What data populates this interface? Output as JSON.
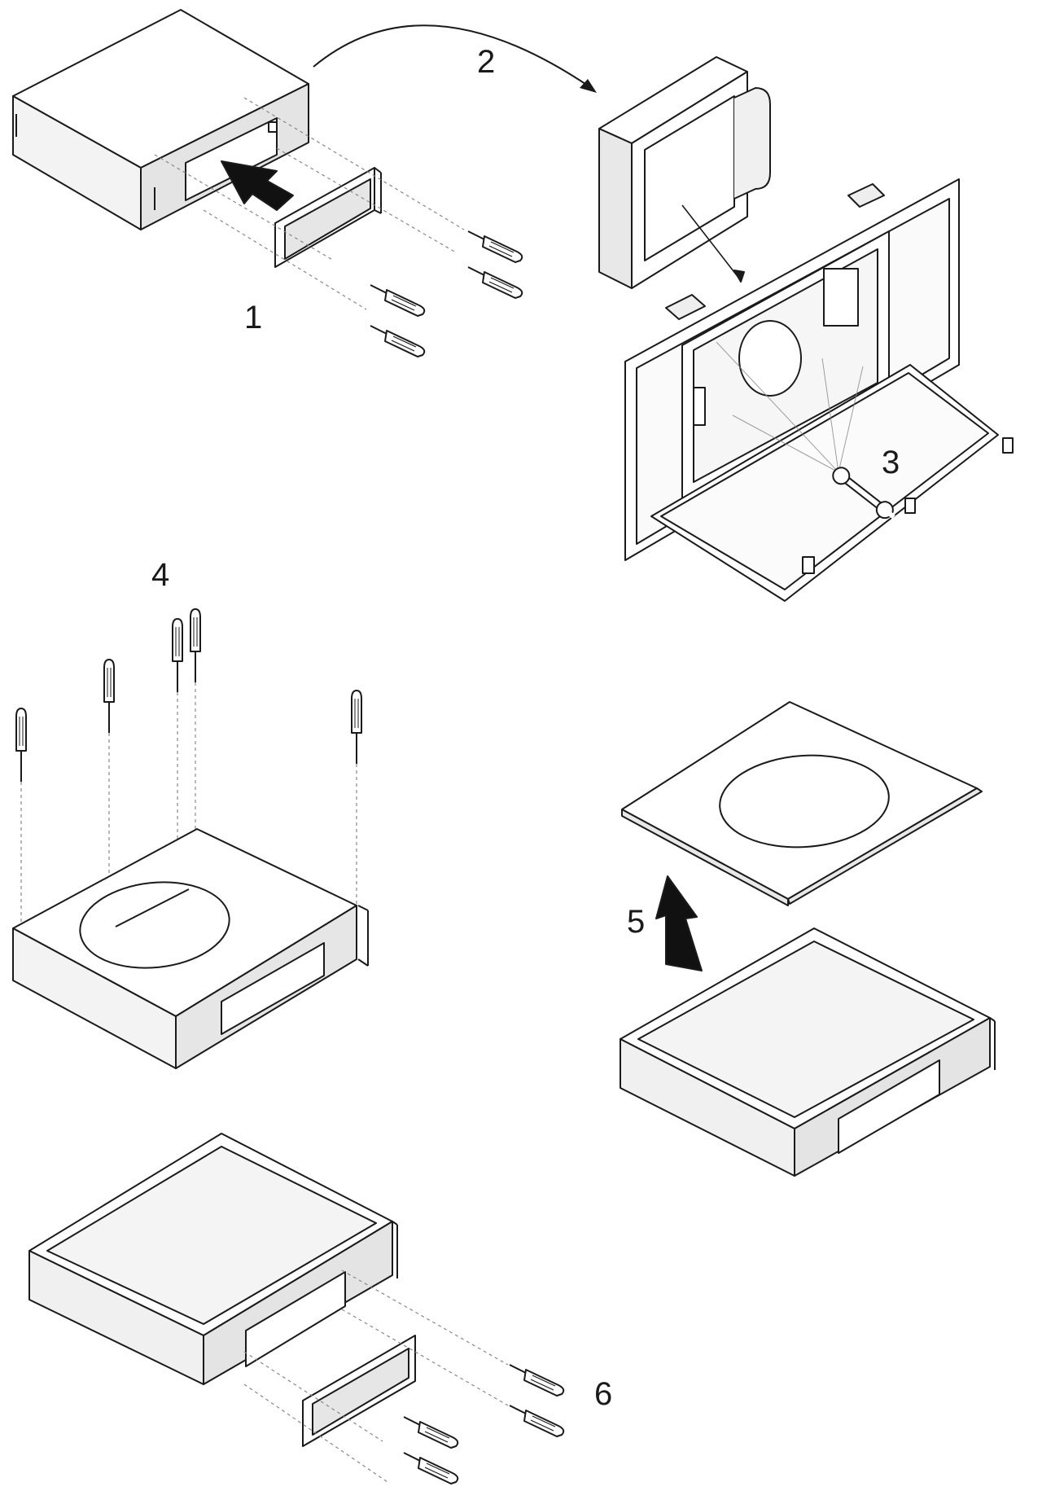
{
  "steps": [
    {
      "label": "1"
    },
    {
      "label": "2"
    },
    {
      "label": "3"
    },
    {
      "label": "4"
    },
    {
      "label": "5"
    },
    {
      "label": "6"
    }
  ],
  "colors": {
    "line": "#1a1a1a",
    "face_light": "#ffffff",
    "face_mid": "#eeeeee",
    "face_dark": "#d8d8d8",
    "dashed": "#888888",
    "arrow_fill": "#111111"
  },
  "icons": {
    "screwdriver": "screwdriver-icon",
    "wrench": "wrench-icon",
    "arrow": "arrow-icon"
  }
}
